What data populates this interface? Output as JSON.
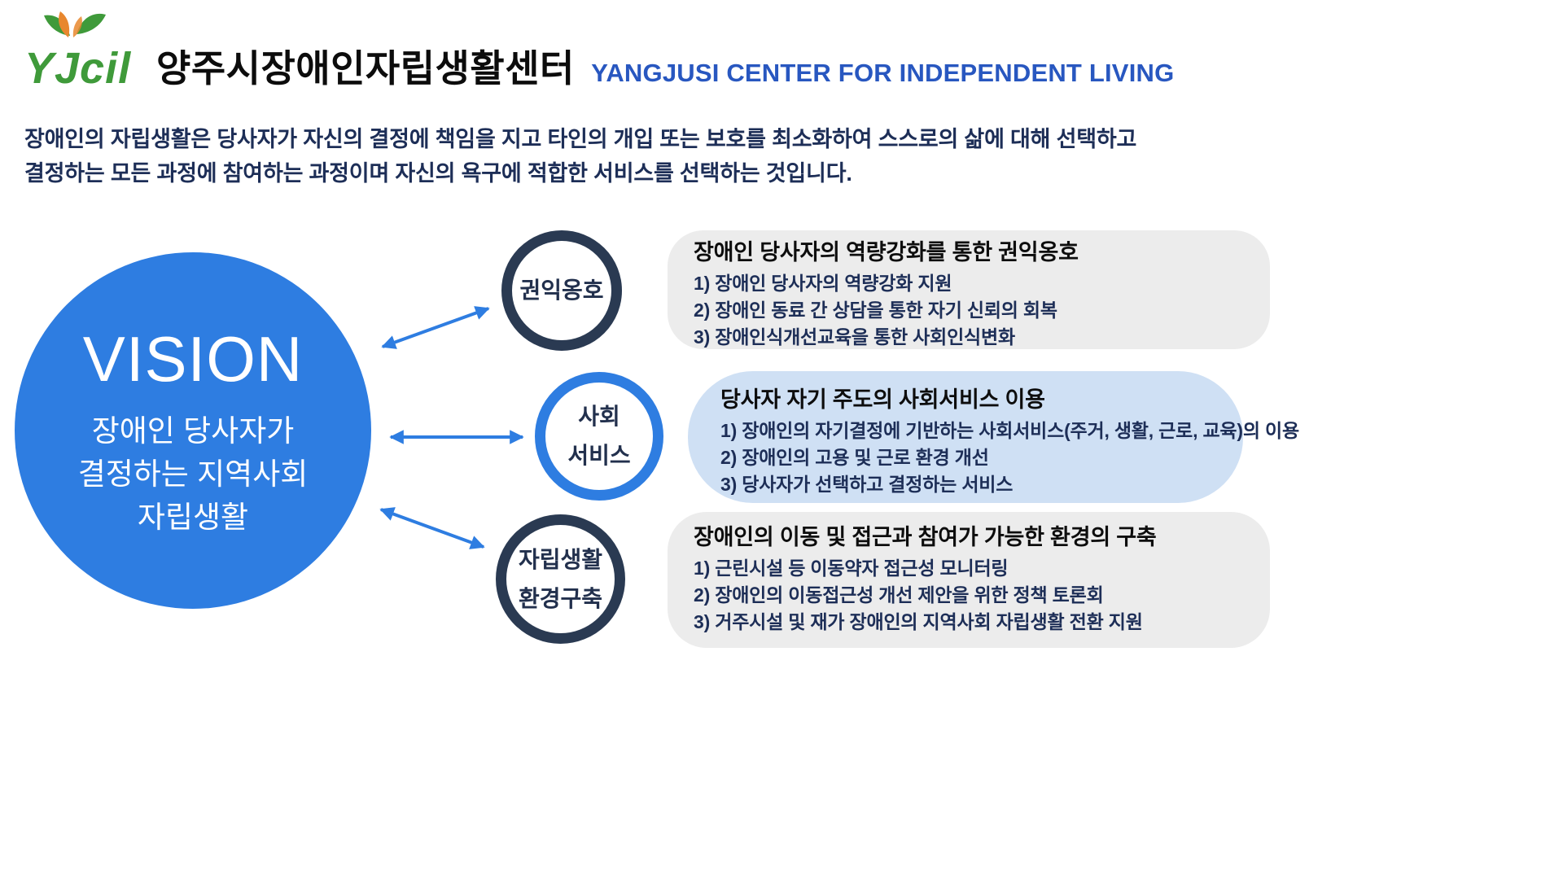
{
  "header": {
    "logo_text": "YJcil",
    "title_ko": "양주시장애인자립생활센터",
    "title_en": "YANGJUSI CENTER FOR INDEPENDENT LIVING"
  },
  "intro": {
    "line1": "장애인의 자립생활은 당사자가 자신의 결정에 책임을 지고 타인의 개입 또는 보호를 최소화하여 스스로의 삶에 대해 선택하고",
    "line2": "결정하는 모든 과정에 참여하는 과정이며 자신의 욕구에 적합한 서비스를 선택하는 것입니다."
  },
  "vision": {
    "title": "VISION",
    "line1": "장애인 당사자가",
    "line2": "결정하는 지역사회",
    "line3": "자립생활"
  },
  "goals": [
    {
      "circle_line1": "권익옹호",
      "title": "장애인 당사자의 역량강화를 통한 권익옹호",
      "items": [
        "1) 장애인 당사자의 역량강화 지원",
        "2) 장애인 동료 간 상담을 통한 자기 신뢰의 회복",
        "3) 장애인식개선교육을 통한 사회인식변화"
      ]
    },
    {
      "circle_line1": "사회",
      "circle_line2": "서비스",
      "title": "당사자 자기 주도의 사회서비스 이용",
      "items": [
        "1) 장애인의 자기결정에 기반하는 사회서비스(주거, 생활, 근로, 교육)의 이용",
        "2) 장애인의 고용 및 근로 환경 개선",
        "3) 당사자가 선택하고 결정하는 서비스"
      ]
    },
    {
      "circle_line1": "자립생활",
      "circle_line2": "환경구축",
      "title": "장애인의 이동 및 접근과 참여가 가능한 환경의 구축",
      "items": [
        "1) 근린시설 등 이동약자 접근성 모니터링",
        "2) 장애인의 이동접근성 개선 제안을 위한 정책 토론회",
        "3) 거주시설 및 재가 장애인의 지역사회 자립생활 전환 지원"
      ]
    }
  ],
  "colors": {
    "primary_blue": "#2e7de1",
    "navy": "#2a3a52",
    "box_gray": "#ececec",
    "box_blue": "#cfe0f4",
    "title_en_blue": "#2857c0",
    "logo_green": "#3f9a3a",
    "logo_orange": "#e8872e"
  }
}
